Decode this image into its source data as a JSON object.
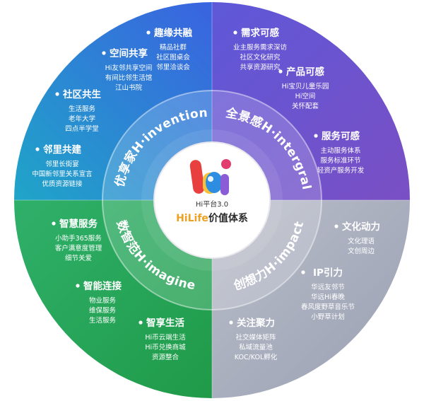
{
  "center": {
    "logo_text": "Hi",
    "subtitle": "Hi平台3.0",
    "title_prefix": "HiLife",
    "title_suffix": "价值体系"
  },
  "ring": {
    "top_left": "优享家H·invention",
    "top_right": "全景感H·intergral",
    "bottom_left": "数智范H·imagine",
    "bottom_right": "创想力H·impact"
  },
  "quadrants": {
    "top_left": [
      {
        "title": "趣缘共融",
        "items": [
          "精品社群",
          "社区图桌会",
          "邻里洽谈会"
        ]
      },
      {
        "title": "空间共享",
        "items": [
          "Hi友邻共享空间",
          "有间比邻生活馆",
          "江山书院"
        ]
      },
      {
        "title": "社区共生",
        "items": [
          "生活服务",
          "老年大学",
          "四点半学堂"
        ]
      },
      {
        "title": "邻里共建",
        "items": [
          "邻里长街宴",
          "中国新邻里关系宣言",
          "优质资源链接"
        ]
      }
    ],
    "top_right": [
      {
        "title": "需求可感",
        "items": [
          "业主服务需求深访",
          "社区文化研究",
          "共享资源研究"
        ]
      },
      {
        "title": "产品可感",
        "items": [
          "Hi宝贝儿童乐园",
          "Hi空间",
          "关怀配套"
        ]
      },
      {
        "title": "服务可感",
        "items": [
          "主动服务体系",
          "服务标准环节",
          "轻资产服务开发"
        ]
      }
    ],
    "bottom_left": [
      {
        "title": "智慧服务",
        "items": [
          "小助手365服务",
          "客户满意度管理",
          "细节关爱"
        ]
      },
      {
        "title": "智能连接",
        "items": [
          "物业服务",
          "维保服务",
          "生活服务"
        ]
      },
      {
        "title": "智享生活",
        "items": [
          "Hi币云端生活",
          "Hi币兑换商城",
          "资源整合"
        ]
      }
    ],
    "bottom_right": [
      {
        "title": "文化动力",
        "items": [
          "文化理语",
          "文创周边"
        ]
      },
      {
        "title": "IP引力",
        "items": [
          "华远友邻节",
          "华远Hi春晚",
          "春风度野草音乐节",
          "小野草计划"
        ]
      },
      {
        "title": "关注聚力",
        "items": [
          "社交媒体矩阵",
          "私域流量池",
          "KOC/KOL孵化"
        ]
      }
    ]
  },
  "colors": {
    "top_left": "#2f86d6",
    "top_right": "#6f56c9",
    "bottom_left": "#2aa85a",
    "bottom_right": "#aab0c0"
  }
}
